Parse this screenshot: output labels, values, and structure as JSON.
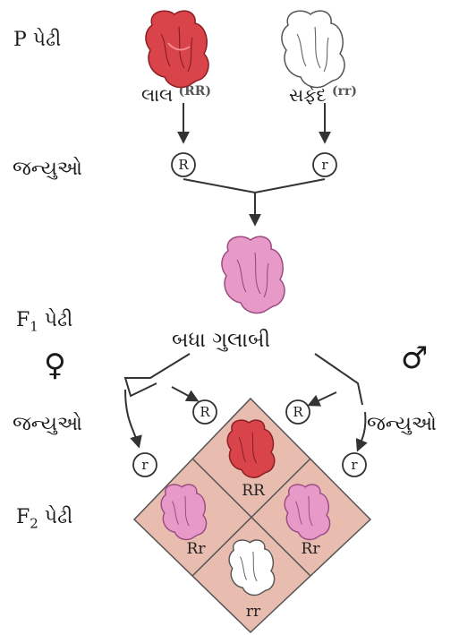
{
  "labels": {
    "p_generation": "P પેઢી",
    "gametes_1": "જન્યુઓ",
    "f1_prefix": "F",
    "f1_sub": "1",
    "f1_suffix": " પેઢી",
    "gametes_female": "જન્યુઓ",
    "gametes_male": "જન્યુઓ",
    "f2_prefix": "F",
    "f2_sub": "2",
    "f2_suffix": " પેઢી"
  },
  "parents": {
    "red": {
      "name": "લાલ",
      "genotype": "(RR)"
    },
    "white": {
      "name": "સફેદ",
      "genotype": "(rr)"
    }
  },
  "gametes_p": {
    "red_allele": "R",
    "white_allele": "r"
  },
  "f1": {
    "label": "બધા ગુલાબી"
  },
  "symbols": {
    "female": "♀",
    "male": "♂"
  },
  "f1_gametes": {
    "female_R": "R",
    "female_r": "r",
    "male_R": "R",
    "male_r": "r"
  },
  "punnett": {
    "top": "RR",
    "left": "Rr",
    "right": "Rr",
    "bottom": "rr"
  },
  "colors": {
    "red_flower": "#d9434a",
    "white_flower": "#ffffff",
    "pink_flower": "#e79ac8",
    "square_fill": "#e8bcae",
    "lines": "#333333"
  }
}
